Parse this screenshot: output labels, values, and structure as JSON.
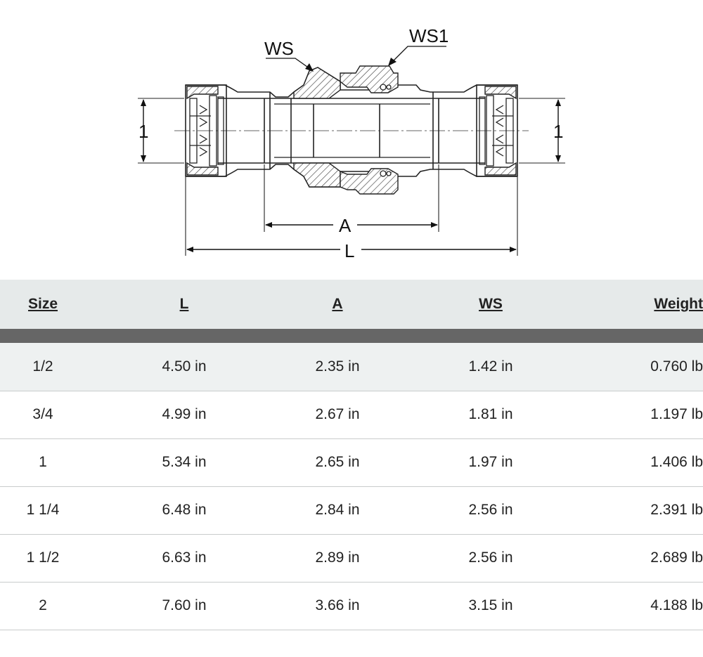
{
  "drawing": {
    "label_ws": "WS",
    "label_ws1": "WS1",
    "label_dia_left": "1",
    "label_dia_right": "1",
    "label_a": "A",
    "label_l": "L"
  },
  "table": {
    "headers": [
      "Size",
      "L",
      "A",
      "WS",
      "Weight"
    ],
    "rows": [
      [
        "1/2",
        "4.50 in",
        "2.35 in",
        "1.42 in",
        "0.760 lb"
      ],
      [
        "3/4",
        "4.99 in",
        "2.67 in",
        "1.81 in",
        "1.197 lb"
      ],
      [
        "1",
        "5.34 in",
        "2.65 in",
        "1.97 in",
        "1.406 lb"
      ],
      [
        "1 1/4",
        "6.48 in",
        "2.84 in",
        "2.56 in",
        "2.391 lb"
      ],
      [
        "1 1/2",
        "6.63 in",
        "2.89 in",
        "2.56 in",
        "2.689 lb"
      ],
      [
        "2",
        "7.60 in",
        "3.66 in",
        "3.15 in",
        "4.188 lb"
      ]
    ]
  }
}
